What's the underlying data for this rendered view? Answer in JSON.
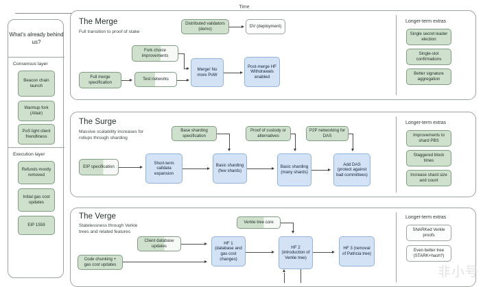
{
  "time_axis": {
    "label": "Time"
  },
  "sidebar": {
    "title": "What's already behind us?",
    "sections": [
      {
        "name": "Consensus layer",
        "items": [
          {
            "label": "Beacon chain launch"
          },
          {
            "label": "Warmup fork (Altair)"
          },
          {
            "label": "PoS light client friendliness"
          }
        ]
      },
      {
        "name": "Execution layer",
        "items": [
          {
            "label": "Refunds mostly removed"
          },
          {
            "label": "Initial gas cost updates"
          },
          {
            "label": "EIP 1559"
          }
        ]
      }
    ]
  },
  "panels": [
    {
      "title": "The Merge",
      "subtitle": "Full transition to proof of stake",
      "nodes": [
        {
          "label": "Distributed validators (demo)",
          "style": "green"
        },
        {
          "label": "DV (deployment)",
          "style": "white"
        },
        {
          "label": "Fork choice improvements",
          "style": "green-part"
        },
        {
          "label": "Full merge specification",
          "style": "green"
        },
        {
          "label": "Test networks",
          "style": "green-half"
        },
        {
          "label": "Merge! No more PoW",
          "style": "blue"
        },
        {
          "label": "Post-merge HF Withdrawals enabled",
          "style": "blue"
        }
      ],
      "extras_title": "Longer-term extras",
      "extras": [
        {
          "label": "Single secret leader election"
        },
        {
          "label": "Single-slot confirmations"
        },
        {
          "label": "Better signature aggregation"
        }
      ]
    },
    {
      "title": "The Surge",
      "subtitle": "Massive scalability increases for rollups through sharding",
      "nodes": [
        {
          "label": "Base sharding specification",
          "style": "green"
        },
        {
          "label": "Proof of custody or alternatives",
          "style": "green"
        },
        {
          "label": "P2P networking for DAS",
          "style": "green"
        },
        {
          "label": "EIP specification",
          "style": "green-part"
        },
        {
          "label": "Short-term calldata expansion",
          "style": "blue"
        },
        {
          "label": "Basic sharding (few shards)",
          "style": "blue"
        },
        {
          "label": "Basic sharding (many shards)",
          "style": "blue"
        },
        {
          "label": "Add DAS (protect against bad committees)",
          "style": "blue"
        }
      ],
      "extras_title": "Longer-term extras",
      "extras": [
        {
          "label": "Improvements to shard PBS"
        },
        {
          "label": "Staggered block times"
        },
        {
          "label": "Increase shard size and count"
        }
      ]
    },
    {
      "title": "The Verge",
      "subtitle": "Statelessness through Verkle trees and related features",
      "nodes": [
        {
          "label": "Verkle tree core",
          "style": "green-part"
        },
        {
          "label": "Client database updates",
          "style": "green-part"
        },
        {
          "label": "Code chunking + gas cost updates",
          "style": "green"
        },
        {
          "label": "HF 1 (database and gas cost changes)",
          "style": "blue"
        },
        {
          "label": "HF 2 (introduction of Verkle tree)",
          "style": "blue"
        },
        {
          "label": "HF 3 (removal of Patricia tree)",
          "style": "blue"
        }
      ],
      "extras_title": "Longer-term extras",
      "extras": [
        {
          "label": "SNARKed Verkle proofs"
        },
        {
          "label": "Even better tree (STARK+hash?)"
        }
      ]
    }
  ],
  "watermark": {
    "text": "非小号"
  },
  "colors": {
    "green_fill": "#cfe0cd",
    "green_border": "#7f9b82",
    "blue_fill": "#d3e2f5",
    "blue_border": "#8fb3d9",
    "panel_border": "#9aa39d",
    "edge": "#4a4a4a"
  }
}
